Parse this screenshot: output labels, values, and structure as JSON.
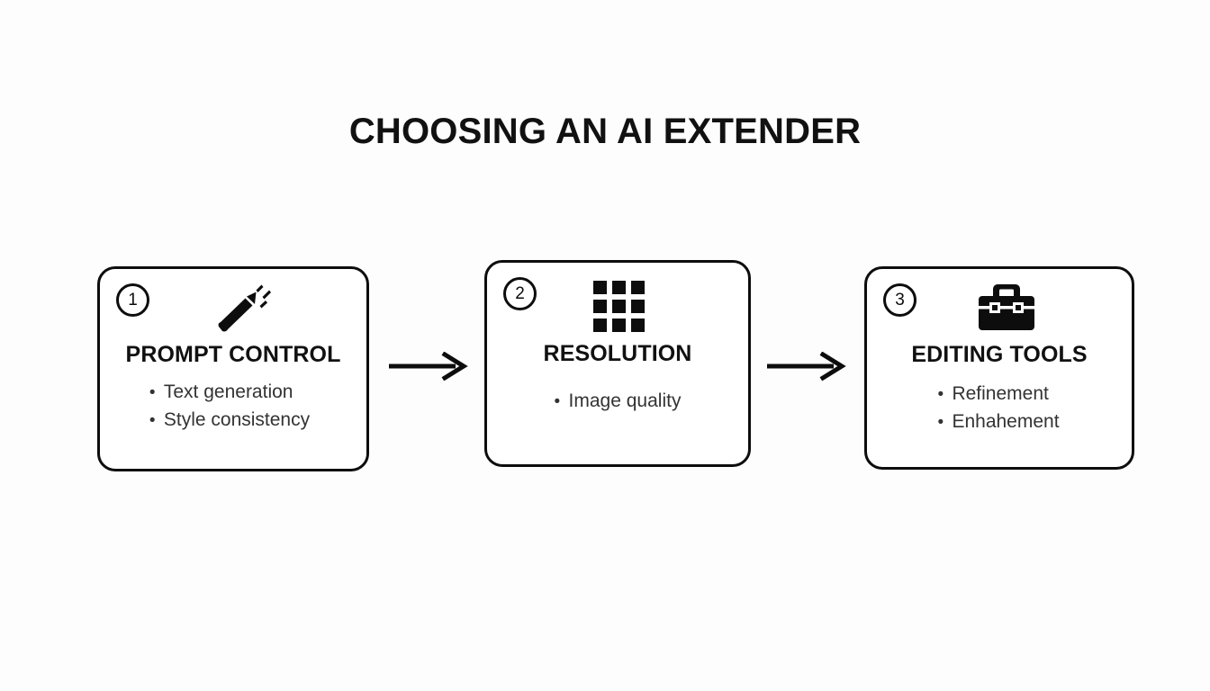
{
  "slide": {
    "title": "CHOOSING AN AI EXTENDER",
    "background_color": "#fdfdfd",
    "ink_color": "#111111"
  },
  "steps": [
    {
      "number": "1",
      "icon": "magic-wand-icon",
      "heading": "PROMPT CONTROL",
      "bullet_marker": "•",
      "bullets": [
        "Text generation",
        "Style consistency"
      ]
    },
    {
      "number": "2",
      "icon": "grid-3x3-icon",
      "heading": "RESOLUTION",
      "bullet_marker": "•",
      "bullets": [
        "Image quality"
      ]
    },
    {
      "number": "3",
      "icon": "toolbox-icon",
      "heading": "EDITING TOOLS",
      "bullet_marker": "•",
      "bullets": [
        "Refinement",
        "Enhahement"
      ]
    }
  ],
  "connectors": [
    {
      "icon": "arrow-right-icon"
    },
    {
      "icon": "arrow-right-icon"
    }
  ]
}
